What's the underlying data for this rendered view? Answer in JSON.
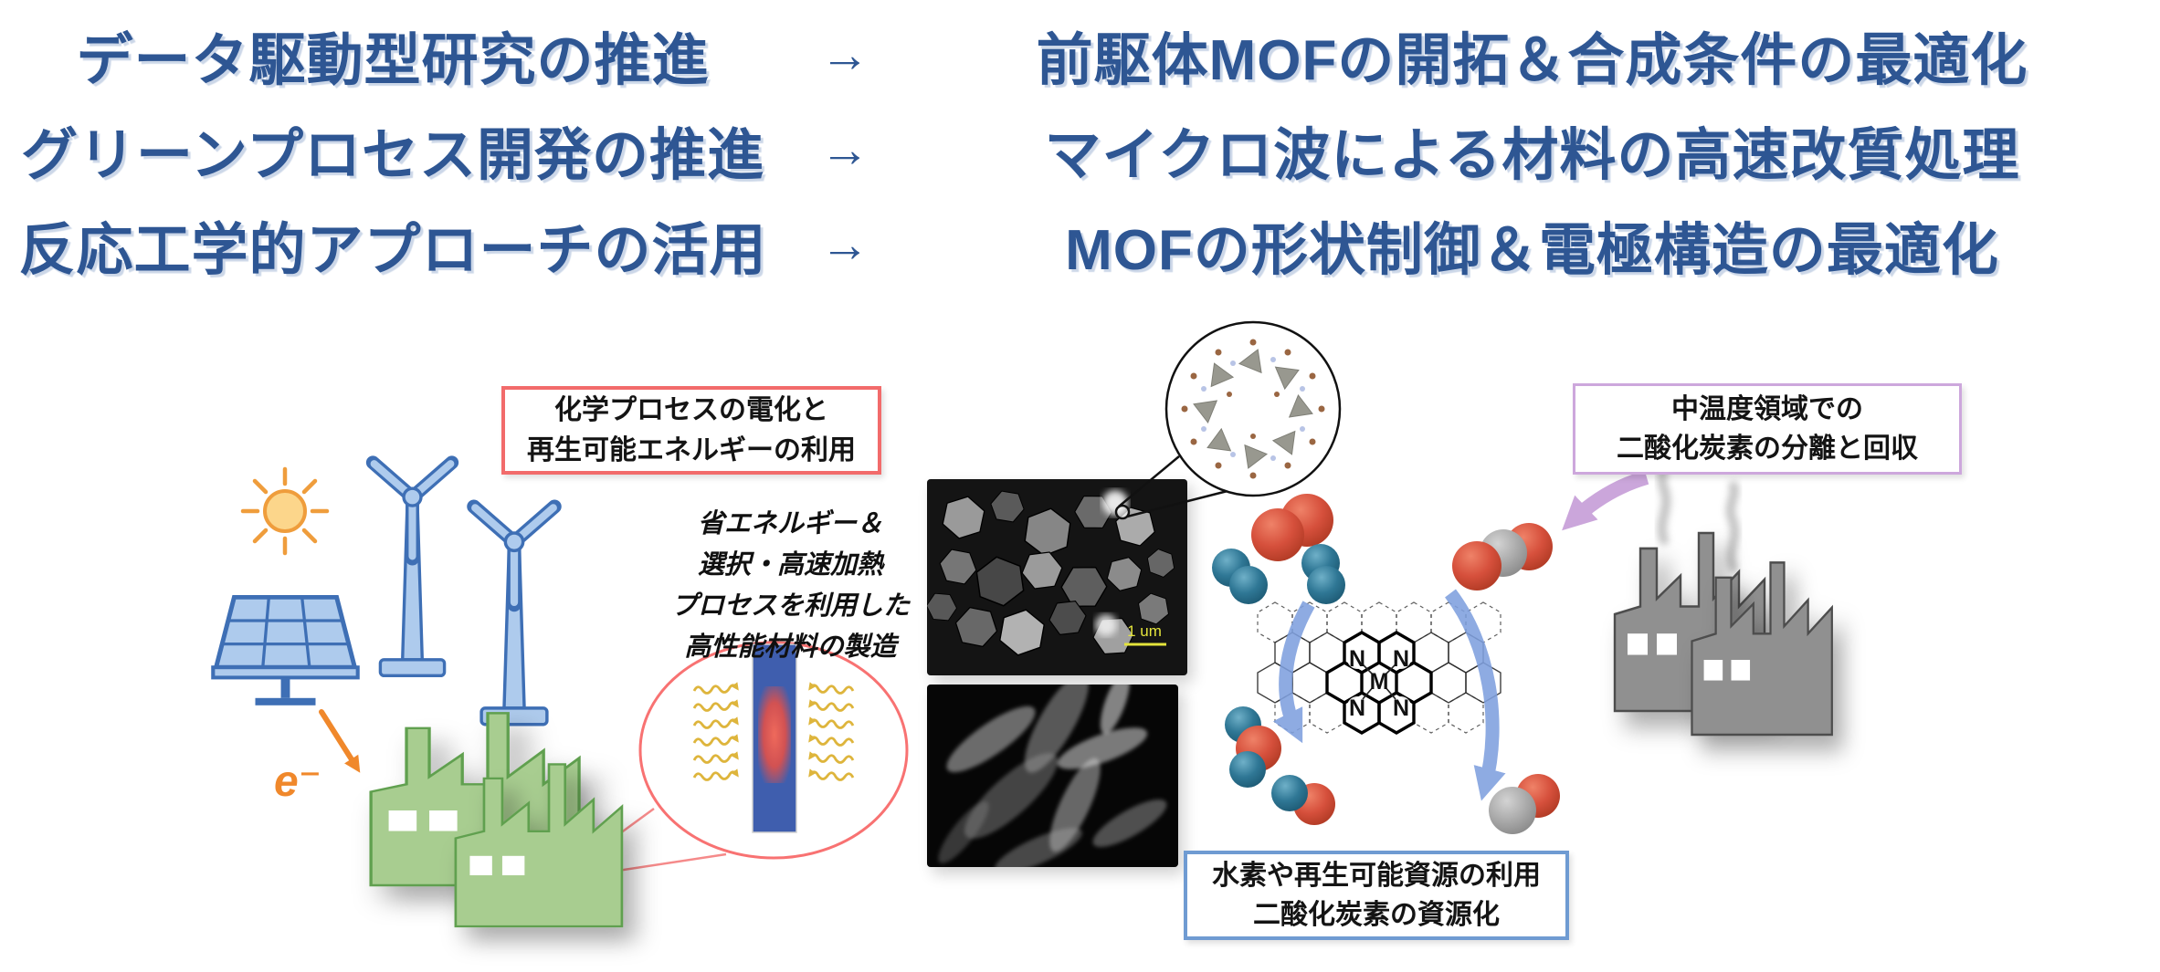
{
  "header": {
    "arrow": "→",
    "text_color": "#2e5693",
    "rows": [
      {
        "left": "データ駆動型研究の推進",
        "right": "前駆体MOFの開拓＆合成条件の最適化"
      },
      {
        "left": "グリーンプロセス開発の推進",
        "right": "マイクロ波による材料の高速改質処理"
      },
      {
        "left": "反応工学的アプローチの活用",
        "right": "MOFの形状制御＆電極構造の最適化"
      }
    ]
  },
  "callouts": {
    "electrification": {
      "lines": [
        "化学プロセスの電化と",
        "再生可能エネルギーの利用"
      ],
      "border_color": "#f26b6b"
    },
    "co2_capture": {
      "lines": [
        "中温度領域での",
        "二酸化炭素の分離と回収"
      ],
      "border_color": "#cda7dc"
    },
    "co2_utilization": {
      "lines": [
        "水素や再生可能資源の利用",
        "二酸化炭素の資源化"
      ],
      "border_color": "#6f9bd2"
    }
  },
  "microwave_note": {
    "lines": [
      "省エネルギー＆",
      "選択・高速加熱",
      "プロセスを利用した",
      "高性能材料の製造"
    ]
  },
  "labels": {
    "electron": "e⁻",
    "scale_bar": "1 um",
    "metal_site": "M",
    "nitrogen_site": "N"
  },
  "palette": {
    "header_text": "#2e5693",
    "renewable_fill": "#aecbed",
    "renewable_stroke": "#3e6fb5",
    "sun_fill": "#fcd68b",
    "sun_stroke": "#ef9d3c",
    "electron_orange": "#f0882b",
    "green_factory_fill": "#a8cd90",
    "green_factory_stroke": "#61a04f",
    "gray_factory_fill": "#909090",
    "gray_factory_stroke": "#4d4d4d",
    "zoom_ring_pink": "#f87272",
    "heater_bar_blue": "#3f5eae",
    "heat_glow_red": "#e25048",
    "microwave_gold": "#deb53c",
    "flow_arrow_blue": "#7fa0df",
    "capture_arrow_purple": "#cba6db",
    "molecule_red": "#d6503c",
    "molecule_blue": "#2f7795",
    "molecule_gray": "#ababab"
  }
}
